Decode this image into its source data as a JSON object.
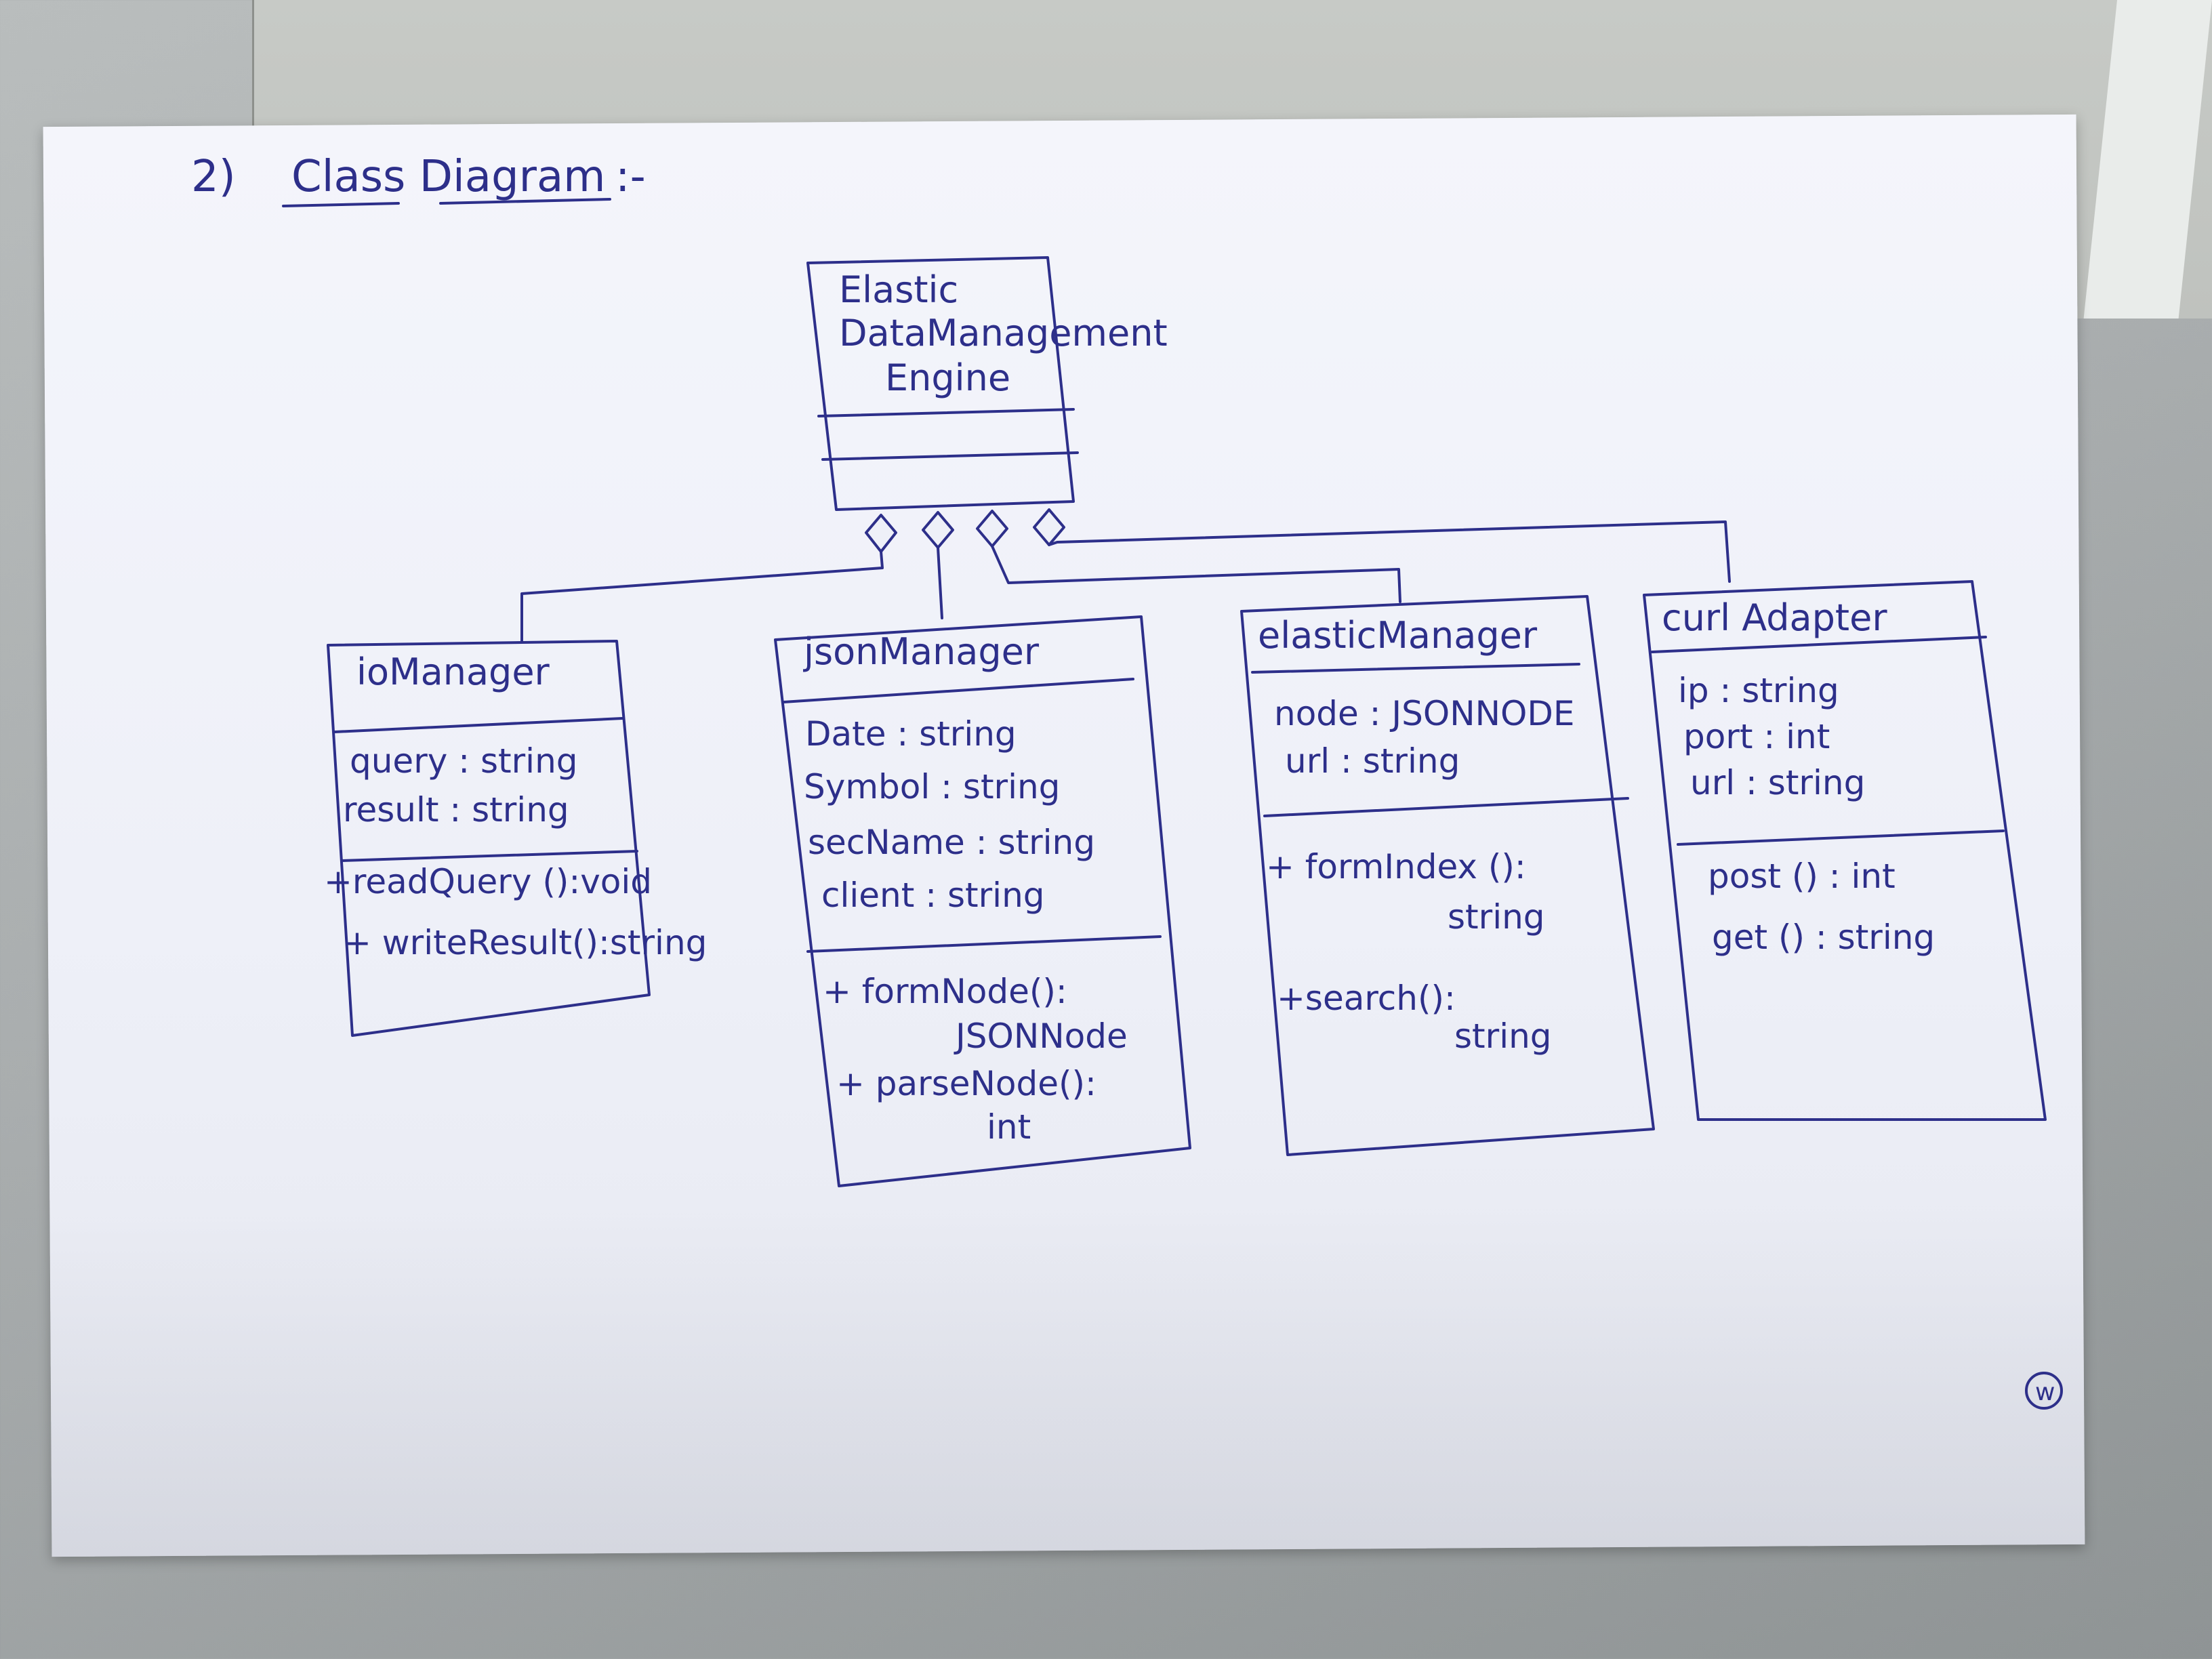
{
  "page": {
    "heading_number": "2)",
    "heading_text": "Class Diagram",
    "heading_suffix": ":-",
    "page_mark": "w"
  },
  "diagram": {
    "parent": {
      "name_lines": [
        "Elastic",
        "DataManagement",
        "Engine"
      ]
    },
    "classes": [
      {
        "name": "ioManager",
        "attributes": [
          "query : string",
          "result : string"
        ],
        "methods": [
          "+readQuery ():void",
          "+ writeResult():string"
        ]
      },
      {
        "name": "jsonManager",
        "attributes": [
          "Date : string",
          "Symbol : string",
          "secName : string",
          "client : string"
        ],
        "methods": [
          "+ formNode():",
          "JSONNode",
          "+ parseNode():",
          "int"
        ]
      },
      {
        "name": "elasticManager",
        "attributes": [
          "node : JSONNODE",
          "url : string"
        ],
        "methods": [
          "+ formIndex ():",
          "string",
          "+search():",
          "string"
        ]
      },
      {
        "name": "curl Adapter",
        "attributes": [
          "ip : string",
          "port : int",
          "url : string"
        ],
        "methods": [
          "post () : int",
          "get () : string"
        ]
      }
    ],
    "relationship": "aggregation"
  }
}
